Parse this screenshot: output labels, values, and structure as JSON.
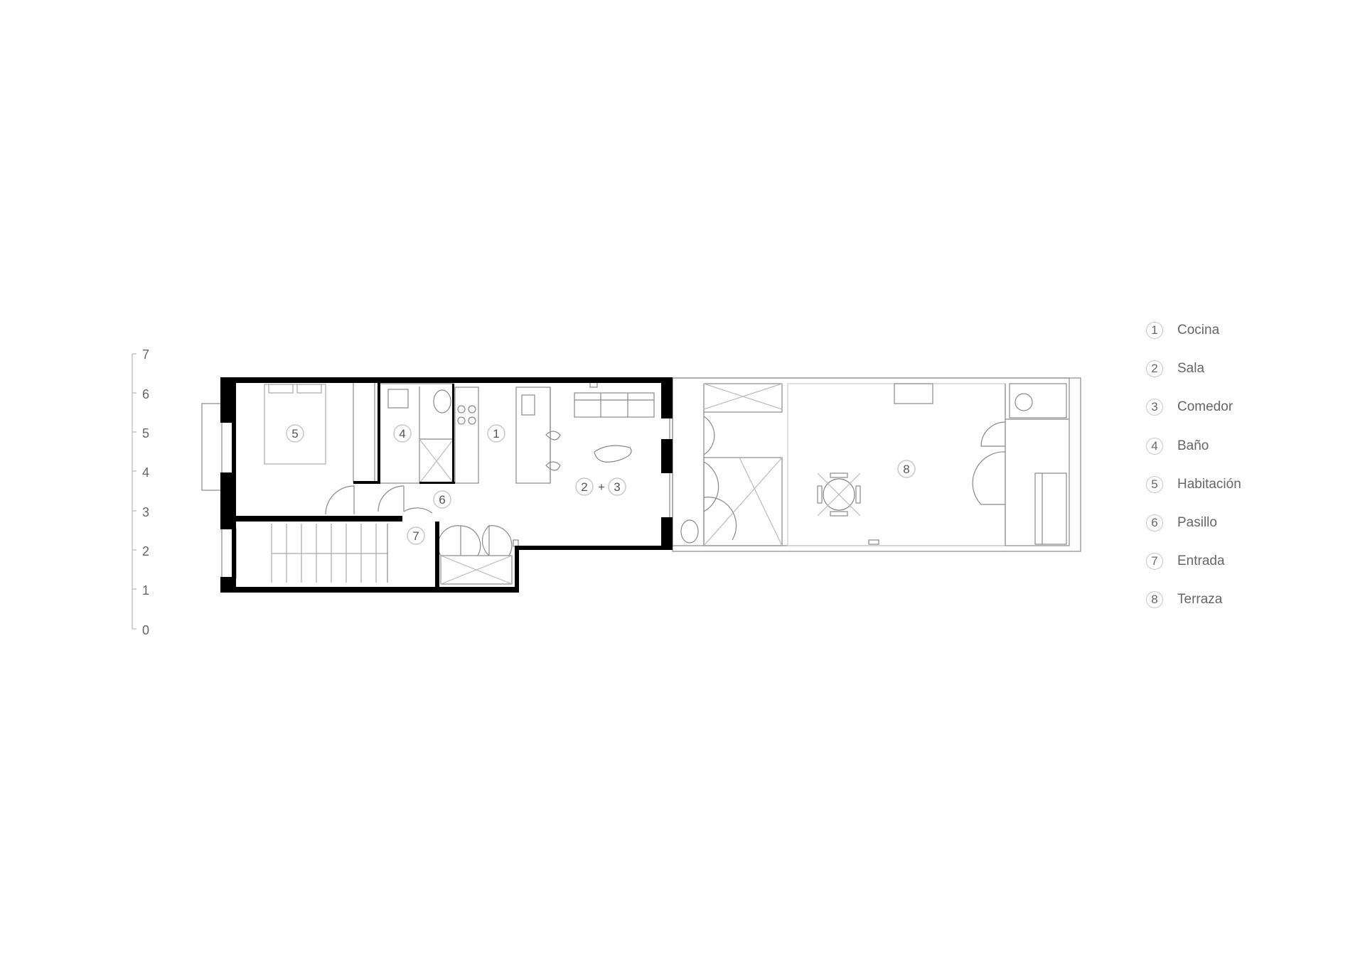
{
  "scale": {
    "ticks": [
      "0",
      "1",
      "2",
      "3",
      "4",
      "5",
      "6",
      "7"
    ]
  },
  "rooms": [
    {
      "number": "5"
    },
    {
      "number": "4"
    },
    {
      "number": "1"
    },
    {
      "number": "2",
      "joiner": "+",
      "number2": "3"
    },
    {
      "number": "6"
    },
    {
      "number": "7"
    },
    {
      "number": "8"
    }
  ],
  "legend": {
    "items": [
      {
        "number": "1",
        "label": "Cocina"
      },
      {
        "number": "2",
        "label": "Sala"
      },
      {
        "number": "3",
        "label": "Comedor"
      },
      {
        "number": "4",
        "label": "Baño"
      },
      {
        "number": "5",
        "label": "Habitación"
      },
      {
        "number": "6",
        "label": "Pasillo"
      },
      {
        "number": "7",
        "label": "Entrada"
      },
      {
        "number": "8",
        "label": "Terraza"
      }
    ]
  },
  "colors": {
    "wall": "#000000",
    "line": "#888888",
    "text": "#666666",
    "circle": "#c8c8c8"
  }
}
